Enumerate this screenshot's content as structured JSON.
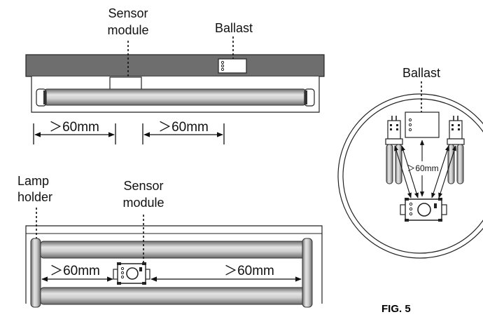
{
  "labels": {
    "top_sensor_line1": "Sensor",
    "top_sensor_line2": "module",
    "top_ballast": "Ballast",
    "lamp_holder_line1": "Lamp",
    "lamp_holder_line2": "holder",
    "bottom_sensor_line1": "Sensor",
    "bottom_sensor_line2": "module",
    "round_ballast": "Ballast",
    "figure_caption": "FIG. 5"
  },
  "dimensions": {
    "top_left": "＞60mm",
    "top_right": "＞60mm",
    "bottom_left": "＞60mm",
    "bottom_right": "＞60mm",
    "round_center": "＞60mm"
  },
  "colors": {
    "housing": "#6e6e6e",
    "tube_dark": "#6a6a6a",
    "tube_light": "#d8d8d8",
    "line": "#111111"
  }
}
